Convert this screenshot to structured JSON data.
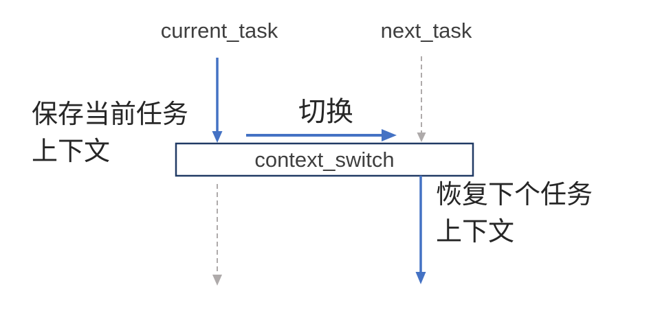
{
  "labels": {
    "current_task": "current_task",
    "next_task": "next_task",
    "switch": "切换",
    "context_switch": "context_switch",
    "save_context": "保存当前任务\n上下文",
    "restore_context": "恢复下个任务\n上下文"
  },
  "colors": {
    "arrow_blue": "#4472C4",
    "arrow_gray": "#AEAAAA",
    "box_border": "#203A64",
    "box_fill": "#FFFFFF",
    "latin_text": "#3F3F3F",
    "cjk_text": "#262626",
    "background": "#FFFFFF"
  }
}
